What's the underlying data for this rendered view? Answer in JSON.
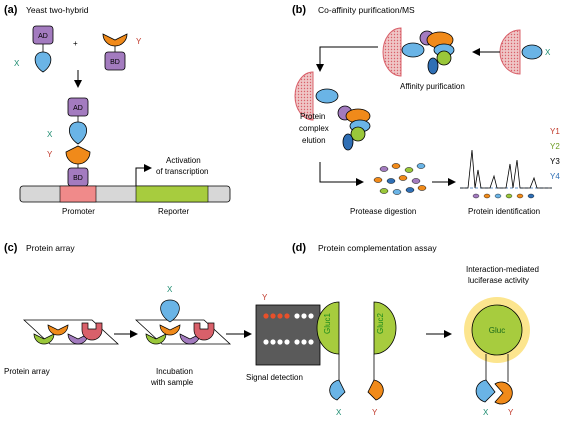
{
  "colors": {
    "blue": "#6ab4e6",
    "purple": "#a37bbf",
    "orange": "#f08a1a",
    "green": "#9ac73a",
    "pink": "#d9606a",
    "reporter_green": "#a7cc3e",
    "x_label": "#1a8a6e",
    "y_label": "#c0392b",
    "glow": "#fbe07a"
  },
  "panel_a": {
    "letter": "(a)",
    "title": "Yeast two-hybrid",
    "ad": "AD",
    "bd": "BD",
    "plus": "+",
    "x": "X",
    "y": "Y",
    "x2": "X",
    "y2": "Y",
    "ad2": "AD",
    "bd2": "BD",
    "activation_line1": "Activation",
    "activation_line2": "of transcription",
    "promoter": "Promoter",
    "reporter": "Reporter"
  },
  "panel_b": {
    "letter": "(b)",
    "title": "Co-affinity purification/MS",
    "x": "X",
    "affinity": "Affinity purification",
    "complex_line1": "Protein",
    "complex_line2": "complex",
    "complex_line3": "elution",
    "digestion": "Protease digestion",
    "identification": "Protein identification",
    "y1": "Y1",
    "y2": "Y2",
    "y3": "Y3",
    "y4": "Y4"
  },
  "panel_c": {
    "letter": "(c)",
    "title": "Protein array",
    "x": "X",
    "y": "Y",
    "array": "Protein array",
    "incubation_line1": "Incubation",
    "incubation_line2": "with sample",
    "signal": "Signal detection"
  },
  "panel_d": {
    "letter": "(d)",
    "title": "Protein complementation assay",
    "gluc1": "Gluc1",
    "gluc2": "Gluc2",
    "gluc": "Gluc",
    "interaction_line1": "Interaction-mediated",
    "interaction_line2": "luciferase activity",
    "x": "X",
    "y": "Y",
    "x2": "X",
    "y2": "Y"
  }
}
